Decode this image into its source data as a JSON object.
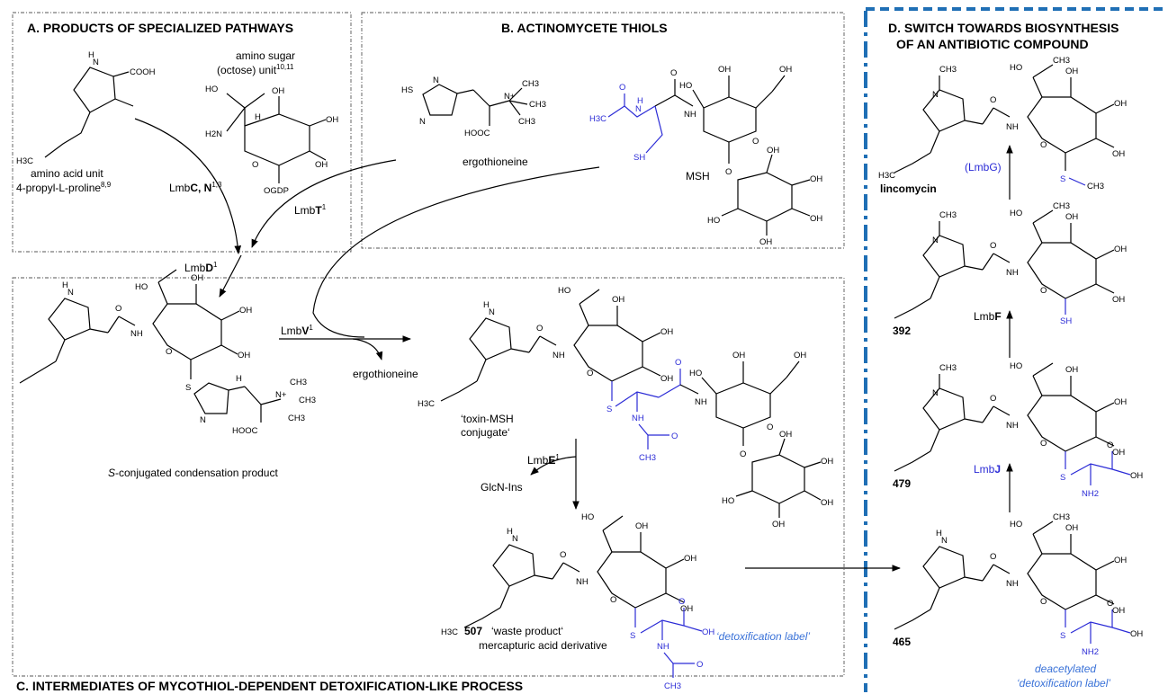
{
  "panels": {
    "a": "A. PRODUCTS OF SPECIALIZED PATHWAYS",
    "b": "B. ACTINOMYCETE THIOLS",
    "c": "C. INTERMEDIATES OF MYCOTHIOL-DEPENDENT DETOXIFICATION-LIKE PROCESS",
    "d1": "D. SWITCH TOWARDS BIOSYNTHESIS",
    "d2": "OF AN ANTIBIOTIC COMPOUND"
  },
  "labels": {
    "amino_sugar": "amino sugar",
    "octose_unit": "(octose) unit",
    "octose_ref": "10,11",
    "amino_acid_unit": "amino acid unit",
    "propyl_proline": "4-propyl-L-proline",
    "propyl_ref": "8,9",
    "ergothioneine_b": "ergothioneine",
    "msh": "MSH",
    "s_conjugated_italic": "S",
    "s_conjugated_rest": "-conjugated condensation product",
    "ergothioneine_c": "ergothioneine",
    "toxin_msh_1": "‘toxin-MSH",
    "toxin_msh_2": "conjugate‘",
    "glcn_ins": "GlcN-Ins",
    "num_507": "507",
    "waste_product": "‘waste product‘",
    "mercapturic": "mercapturic acid derivative",
    "detox_label": "‘detoxification label’",
    "lincomycin": "lincomycin",
    "num_392": "392",
    "num_479": "479",
    "num_465": "465",
    "deacetylated": "deacetylated",
    "deacetylated_label": "‘detoxification label’"
  },
  "enzymes": {
    "lmbcn_prefix": "Lmb",
    "lmbcn_bold": "C, N",
    "lmbcn_ref": "1,3",
    "lmbt_prefix": "Lmb",
    "lmbt_bold": "T",
    "lmbt_ref": "1",
    "lmbd_prefix": "Lmb",
    "lmbd_bold": "D",
    "lmbd_ref": "1",
    "lmbv_prefix": "Lmb",
    "lmbv_bold": "V",
    "lmbv_ref": "1",
    "lmbe_prefix": "Lmb",
    "lmbe_bold": "E",
    "lmbe_ref": "1",
    "lmbg": "(LmbG)",
    "lmbf_prefix": "Lmb",
    "lmbf_bold": "F",
    "lmbj_prefix": "Lmb",
    "lmbj_bold": "J"
  },
  "atoms": {
    "cooh": "COOH",
    "h3c": "H3C",
    "ho": "HO",
    "oh": "OH",
    "h2n": "H2N",
    "nh2": "NH2",
    "ogdp": "OGDP",
    "n": "N",
    "h": "H",
    "o": "O",
    "s": "S",
    "sh": "SH",
    "hs": "HS",
    "nh": "NH",
    "ch3": "CH3",
    "nplus": "N+",
    "hooc": "HOOC",
    "cooh_small": "COOH"
  },
  "colors": {
    "blue": "#2b2bd6",
    "italic_blue": "#3a72d8",
    "divider": "#1f6fb5"
  }
}
